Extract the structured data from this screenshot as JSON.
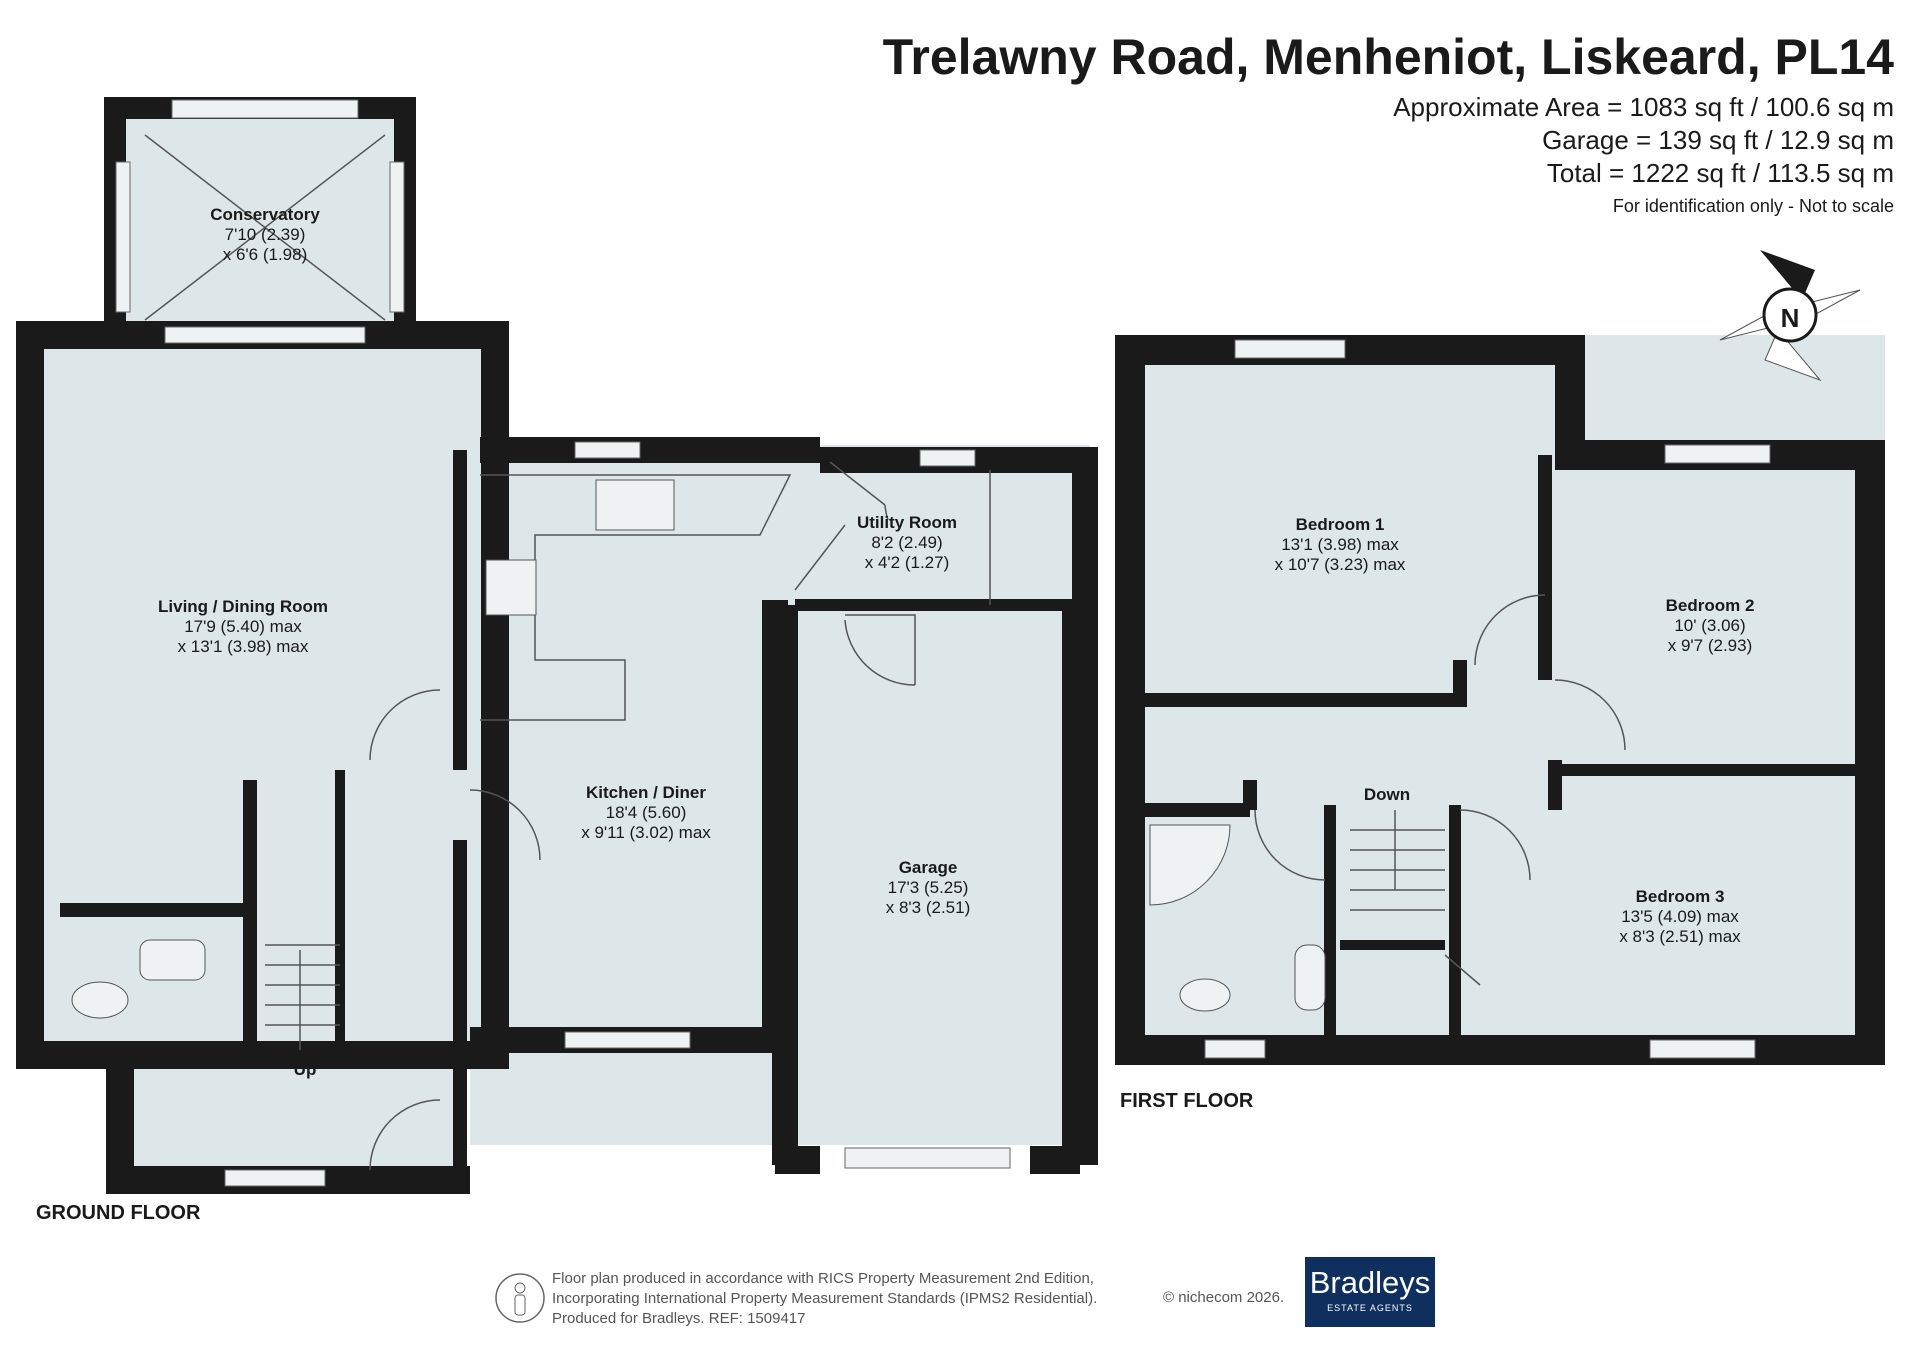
{
  "header": {
    "title": "Trelawny Road, Menheniot, Liskeard, PL14",
    "area_line": "Approximate Area = 1083 sq ft / 100.6 sq m",
    "garage_line": "Garage = 139 sq ft / 12.9 sq m",
    "total_line": "Total = 1222 sq ft / 113.5 sq m",
    "disclaimer": "For identification only - Not to scale"
  },
  "compass": {
    "letter": "N",
    "icon": "compass-icon"
  },
  "rooms": {
    "conservatory": {
      "name": "Conservatory",
      "dim1": "7'10 (2.39)",
      "dim2": "x 6'6 (1.98)"
    },
    "living": {
      "name": "Living / Dining Room",
      "dim1": "17'9 (5.40) max",
      "dim2": "x 13'1 (3.98) max"
    },
    "kitchen": {
      "name": "Kitchen / Diner",
      "dim1": "18'4 (5.60)",
      "dim2": "x 9'11 (3.02) max"
    },
    "utility": {
      "name": "Utility Room",
      "dim1": "8'2 (2.49)",
      "dim2": "x 4'2 (1.27)"
    },
    "garage": {
      "name": "Garage",
      "dim1": "17'3 (5.25)",
      "dim2": "x 8'3 (2.51)"
    },
    "bedroom1": {
      "name": "Bedroom 1",
      "dim1": "13'1 (3.98) max",
      "dim2": "x 10'7 (3.23) max"
    },
    "bedroom2": {
      "name": "Bedroom 2",
      "dim1": "10' (3.06)",
      "dim2": "x 9'7 (2.93)"
    },
    "bedroom3": {
      "name": "Bedroom 3",
      "dim1": "13'5 (4.09) max",
      "dim2": "x 8'3 (2.51) max"
    }
  },
  "stairs": {
    "up": "Up",
    "down": "Down"
  },
  "floors": {
    "ground": "GROUND FLOOR",
    "first": "FIRST FLOOR"
  },
  "colors": {
    "wall": "#1a1a1a",
    "floor_fill": "#dde7ea",
    "window": "#eef2f3",
    "logo": "#0f2f5f"
  },
  "footer": {
    "line1": "Floor plan produced in accordance with RICS Property Measurement 2nd Edition,",
    "line2": "Incorporating International Property Measurement Standards (IPMS2 Residential).",
    "line3": "Produced for Bradleys.   REF: 1509417",
    "copyright": "© nichecom 2026.",
    "logo_name": "Bradleys",
    "logo_sub": "ESTATE AGENTS"
  }
}
